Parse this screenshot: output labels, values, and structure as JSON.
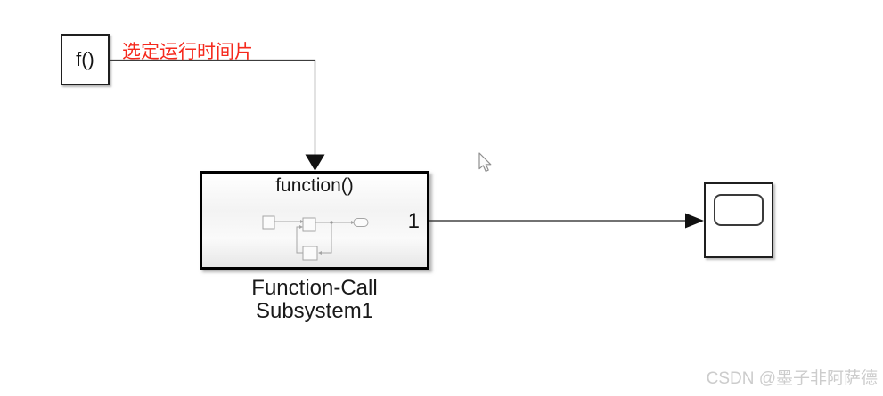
{
  "diagram": {
    "annotation": {
      "text": "选定运行时间片",
      "color": "#f5291d"
    },
    "generator": {
      "label": "f()"
    },
    "subsystem": {
      "header": "function()",
      "output_port_label": "1",
      "name_line1": "Function-Call",
      "name_line2": "Subsystem1"
    },
    "wire_color": "#3c3c3c",
    "block_border_color": "#000000"
  },
  "watermark": {
    "text": "CSDN @墨子非阿萨德",
    "color": "#cccccc"
  }
}
